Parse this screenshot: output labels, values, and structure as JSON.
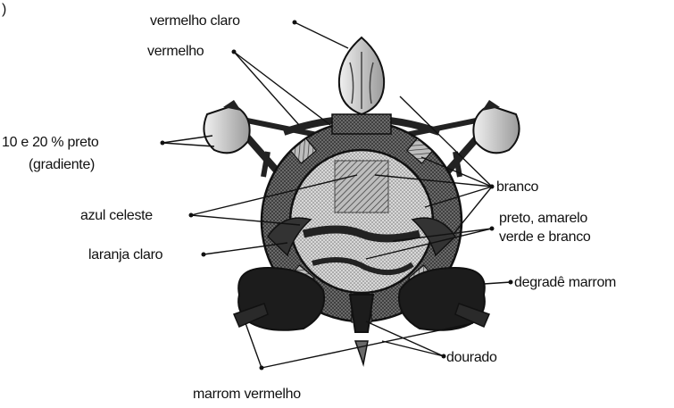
{
  "corner_mark": ")",
  "labels": {
    "vermelho_claro": "vermelho claro",
    "vermelho": "vermelho",
    "preto_line1": "10 e 20 % preto",
    "preto_line2": "(gradiente)",
    "azul_celeste": "azul celeste",
    "laranja_claro": "laranja claro",
    "branco": "branco",
    "multi_line1": "preto, amarelo",
    "multi_line2": "verde e branco",
    "degrade_marrom": "degradê marrom",
    "dourado": "dourado",
    "marrom_vermelho": "marrom vermelho"
  },
  "colors": {
    "ink": "#111111",
    "dark": "#2a2a2a",
    "grey_dark": "#555555",
    "grey_mid": "#8a8a8a",
    "grey_light": "#c8c8c8",
    "paper": "#ffffff"
  }
}
